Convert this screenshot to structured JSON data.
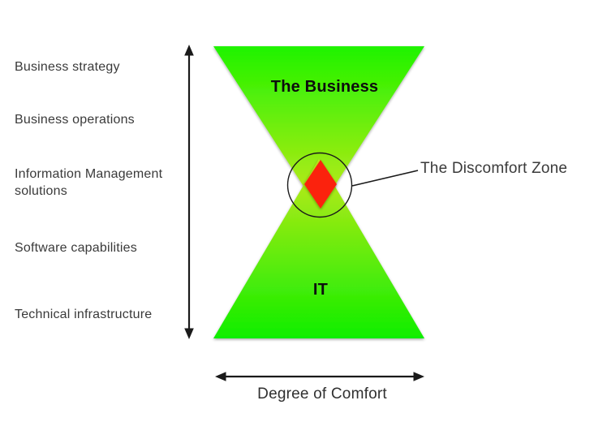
{
  "left_axis": {
    "items": [
      {
        "label": "Business strategy"
      },
      {
        "label": "Business operations"
      },
      {
        "label": "Information Management solutions"
      },
      {
        "label": "Software capabilities"
      },
      {
        "label": "Technical infrastructure"
      }
    ]
  },
  "hourglass": {
    "top_label": "The Business",
    "bottom_label": "IT"
  },
  "callout": {
    "label": "The Discomfort Zone"
  },
  "bottom_axis": {
    "label": "Degree of Comfort"
  },
  "colors": {
    "green_bright_top": "#1ff300",
    "green_bright_bottom": "#0fee00",
    "green_yellow_center": "#c6e91a",
    "diamond_red": "#fb2408",
    "stroke_black": "#1a1a1a",
    "label_text": "#3a3a3a",
    "background": "#ffffff"
  }
}
